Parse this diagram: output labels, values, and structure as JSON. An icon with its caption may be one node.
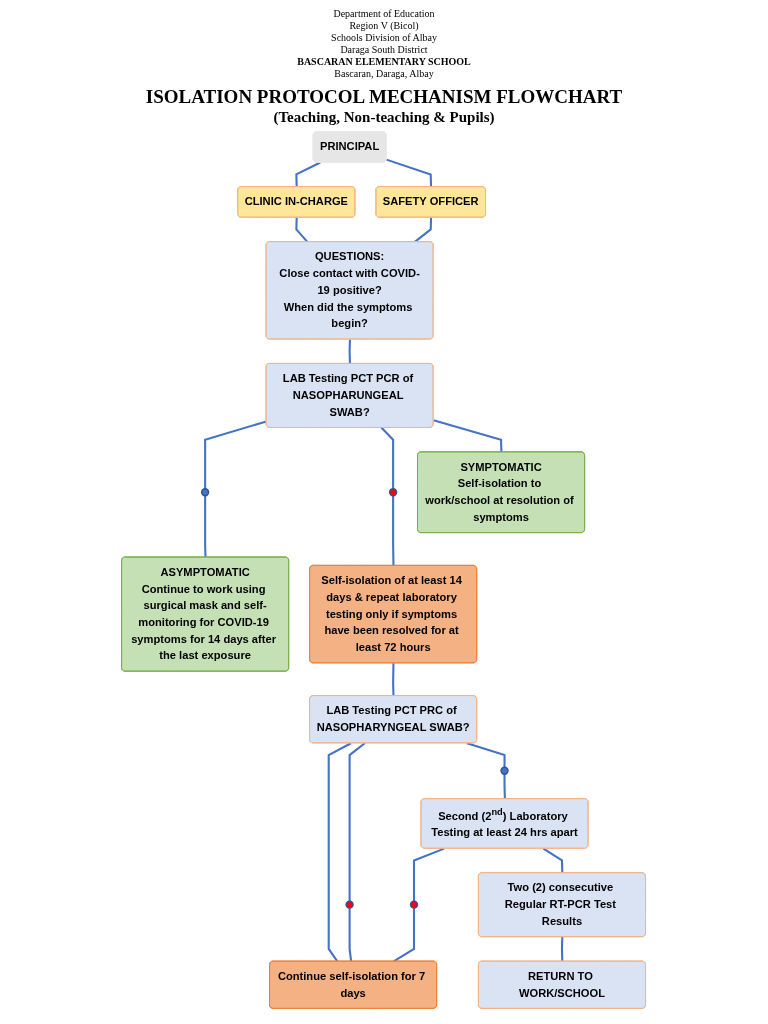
{
  "diagram": {
    "title": "ISOLATION PROTOCOL MECHANISM FLOWCHART",
    "nodes": [
      {
        "text": [
          "PRINCIPAL"
        ]
      },
      {
        "text": [
          "CLINIC IN-CHARGE"
        ]
      },
      {
        "text": [
          "SAFETY OFFICER"
        ]
      },
      {
        "text": [
          "QUESTIONS:",
          "Close contact with COVID-19 positive?",
          "When did the symptoms begin?"
        ]
      },
      {
        "text": [
          "LAB Testing PCT PCR of NASOPHARUNGEAL SWAB?"
        ]
      },
      {
        "text": [],
        "shape": "circle"
      },
      {
        "text": [],
        "shape": "circle"
      },
      {
        "text": [
          "ASYMPTOMATIC",
          "Continue to work using surgical mask and self-monitoring for COVID-19 symptoms for 14 days after the last exposure"
        ]
      },
      {
        "text": [
          "SYMPTOMATIC",
          "Self-isolation to work/school at resolution of symptoms"
        ]
      },
      {
        "text": [
          "Self-isolation of at least 14 days & repeat laboratory testing only if symptoms have been resolved for at least 72 hours"
        ]
      },
      {
        "text": [
          "LAB Testing PCT PRC of NASOPHARYNGEAL SWAB?"
        ]
      },
      {
        "text": [],
        "shape": "circle"
      },
      {
        "text": [],
        "shape": "circle"
      },
      {
        "text": [
          "Second (2$^{nd}$) Laboratory Testing at least 24 hrs apart"
        ]
      },
      {
        "text": [],
        "shape": "circle"
      },
      {
        "text": [
          "Continue self-isolation for 7 days"
        ]
      },
      {
        "text": [
          "Two (2) consecutive Regular RT-PCR Test Results"
        ]
      },
      {
        "text": [
          "RETURN TO WORK/SCHOOL"
        ]
      }
    ],
    "edges": [
      {
        "from": 0,
        "to": 1,
        "arrow": "none"
      },
      {
        "from": 0,
        "to": 2,
        "arrow": "none"
      },
      {
        "from": 1,
        "to": 3,
        "arrow": "none"
      },
      {
        "from": 2,
        "to": 3,
        "arrow": "none"
      },
      {
        "from": 3,
        "to": 4,
        "arrow": "none"
      },
      {
        "from": 4,
        "to": 5,
        "arrow": "none"
      },
      {
        "from": 4,
        "to": 8,
        "arrow": "none"
      },
      {
        "from": 4,
        "to": 6,
        "arrow": "none"
      },
      {
        "from": 5,
        "to": 7,
        "arrow": "none"
      },
      {
        "from": 6,
        "to": 9,
        "arrow": "none"
      },
      {
        "from": 9,
        "to": 10,
        "arrow": "none"
      },
      {
        "from": 10,
        "to": 11,
        "arrow": "none"
      },
      {
        "from": 10,
        "to": 12,
        "arrow": "none"
      },
      {
        "from": 10,
        "to": 15,
        "arrow": "none"
      },
      {
        "from": 11,
        "to": 13,
        "arrow": "none"
      },
      {
        "from": 12,
        "to": 15,
        "arrow": "none"
      },
      {
        "from": 13,
        "to": 14,
        "arrow": "none"
      },
      {
        "from": 14,
        "to": 15,
        "arrow": "none"
      },
      {
        "from": 13,
        "to": 16,
        "arrow": "none"
      },
      {
        "from": 16,
        "to": 17,
        "arrow": "none"
      }
    ],
    "labels": [
      "Department of Education",
      "Region V (Bicol)",
      "Schools Division of Albay",
      "Daraga South District",
      "BASCARAN ELEMENTARY SCHOOL",
      "Bascaran, Daraga, Albay",
      "(Teaching, Non-teaching & Pupils)"
    ]
  }
}
